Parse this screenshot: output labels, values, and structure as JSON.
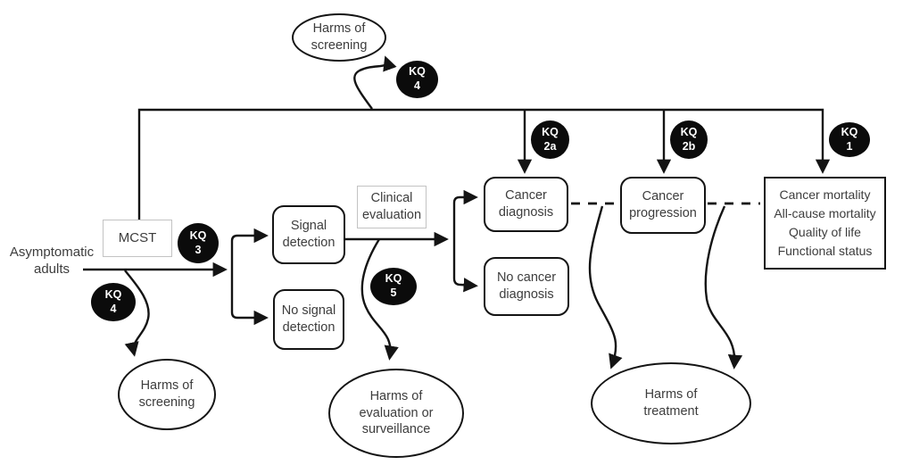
{
  "title": "Screening analytic framework diagram",
  "colors": {
    "line": "#141414",
    "text": "#3d3d3d",
    "badge_bg": "#0b0b0b",
    "badge_text": "#ffffff",
    "light_border": "#c3c3c3",
    "background": "#ffffff"
  },
  "nodes": {
    "asymptomatic_adults": {
      "label": "Asymptomatic adults"
    },
    "mcst": {
      "label": "MCST"
    },
    "signal_detection": {
      "label": "Signal detection"
    },
    "no_signal_detection": {
      "label": "No signal detection"
    },
    "clinical_evaluation": {
      "label": "Clinical evaluation"
    },
    "cancer_diagnosis": {
      "label": "Cancer diagnosis"
    },
    "no_cancer_diagnosis": {
      "label": "No cancer diagnosis"
    },
    "cancer_progression": {
      "label": "Cancer progression"
    },
    "outcomes": {
      "lines": [
        "Cancer mortality",
        "All-cause mortality",
        "Quality of life",
        "Functional status"
      ]
    },
    "harms_screening_top": {
      "label": "Harms of screening"
    },
    "harms_screening_bottom": {
      "label": "Harms of screening"
    },
    "harms_evaluation": {
      "label": "Harms of evaluation or surveillance"
    },
    "harms_treatment": {
      "label": "Harms of treatment"
    }
  },
  "badges": {
    "kq4_top": {
      "prefix": "KQ",
      "number": "4"
    },
    "kq4_bottom": {
      "prefix": "KQ",
      "number": "4"
    },
    "kq3": {
      "prefix": "KQ",
      "number": "3"
    },
    "kq5": {
      "prefix": "KQ",
      "number": "5"
    },
    "kq2a": {
      "prefix": "KQ",
      "number": "2a"
    },
    "kq2b": {
      "prefix": "KQ",
      "number": "2b"
    },
    "kq1": {
      "prefix": "KQ",
      "number": "1"
    }
  }
}
